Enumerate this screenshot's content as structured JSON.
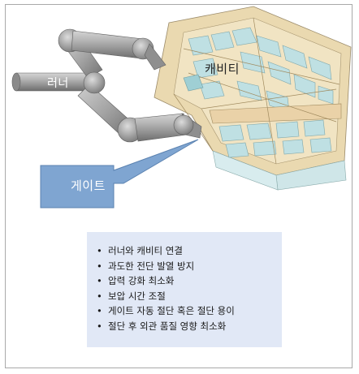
{
  "labels": {
    "runner": "러너",
    "cavity": "캐비티",
    "gate": "게이트"
  },
  "features": [
    "러너와 캐비티 연결",
    "과도한 전단 발열 방지",
    "압력 강화 최소화",
    "보압 시간 조절",
    "게이트 자동 절단 혹은 절단 용이",
    "절단 후 외관 품질 영향 최소화"
  ],
  "colors": {
    "pipe": "#9c9c9c",
    "mold_body": "#e8d9b4",
    "mold_cavity": "#bfe0e3",
    "callout": "#7fa5d1",
    "features_bg": "#e1e8f6"
  }
}
